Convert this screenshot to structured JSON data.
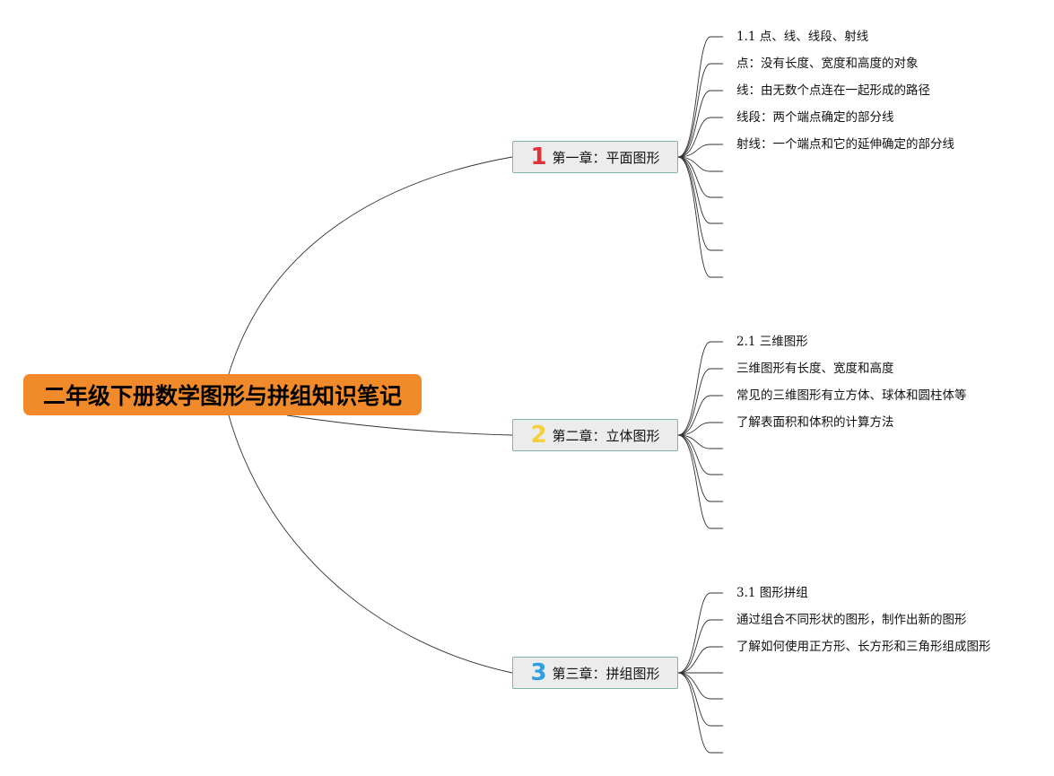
{
  "root": {
    "title": "二年级下册数学图形与拼组知识笔记",
    "color": "#f18a2a"
  },
  "chapters": [
    {
      "badge": "1",
      "badge_color": "#e0303a",
      "title": "第一章：平面图形",
      "items": [
        "1.1 点、线、线段、射线",
        "点：没有长度、宽度和高度的对象",
        "线：由无数个点连在一起形成的路径",
        "线段：两个端点确定的部分线",
        "射线：一个端点和它的延伸确定的部分线"
      ],
      "empty_branches": 5
    },
    {
      "badge": "2",
      "badge_color": "#f4d03f",
      "title": "第二章：立体图形",
      "items": [
        "2.1 三维图形",
        "三维图形有长度、宽度和高度",
        "常见的三维图形有立方体、球体和圆柱体等",
        "了解表面积和体积的计算方法"
      ],
      "empty_branches": 4
    },
    {
      "badge": "3",
      "badge_color": "#2f9fe0",
      "title": "第三章：拼组图形",
      "items": [
        "3.1 图形拼组",
        "通过组合不同形状的图形，制作出新的图形",
        "了解如何使用正方形、长方形和三角形组成图形"
      ],
      "empty_branches": 4
    }
  ]
}
